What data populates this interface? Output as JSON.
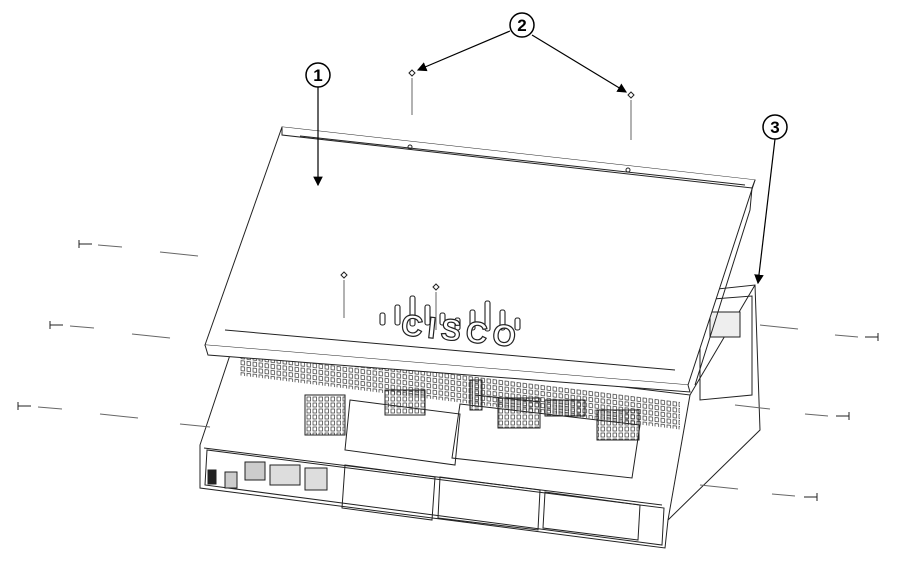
{
  "callouts": [
    {
      "id": "1",
      "label": "1"
    },
    {
      "id": "2",
      "label": "2"
    },
    {
      "id": "3",
      "label": "3"
    }
  ],
  "logo": {
    "text": "CISCO"
  }
}
